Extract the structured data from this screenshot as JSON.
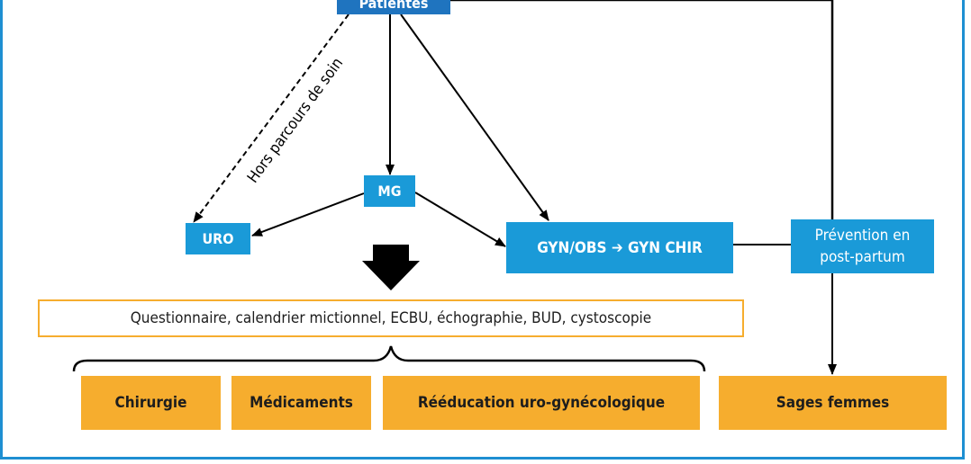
{
  "nodes": {
    "patientes": "Patientes",
    "mg": "MG",
    "uro": "URO",
    "gyn": "GYN/OBS ➔ GYN CHIR",
    "prevention": "Prévention en post-partum"
  },
  "edge_label_hors_parcours": "Hors parcours de soin",
  "exams": "Questionnaire, calendrier mictionnel, ECBU, échographie, BUD, cystoscopie",
  "treatments": {
    "chirurgie": "Chirurgie",
    "medicaments": "Médicaments",
    "reeducation": "Rééducation uro-gynécologique",
    "sages_femmes": "Sages femmes"
  },
  "colors": {
    "border": "#1e8fd2",
    "node_dark": "#1f74bf",
    "node": "#1a9ad8",
    "orange": "#f6ad2e"
  }
}
